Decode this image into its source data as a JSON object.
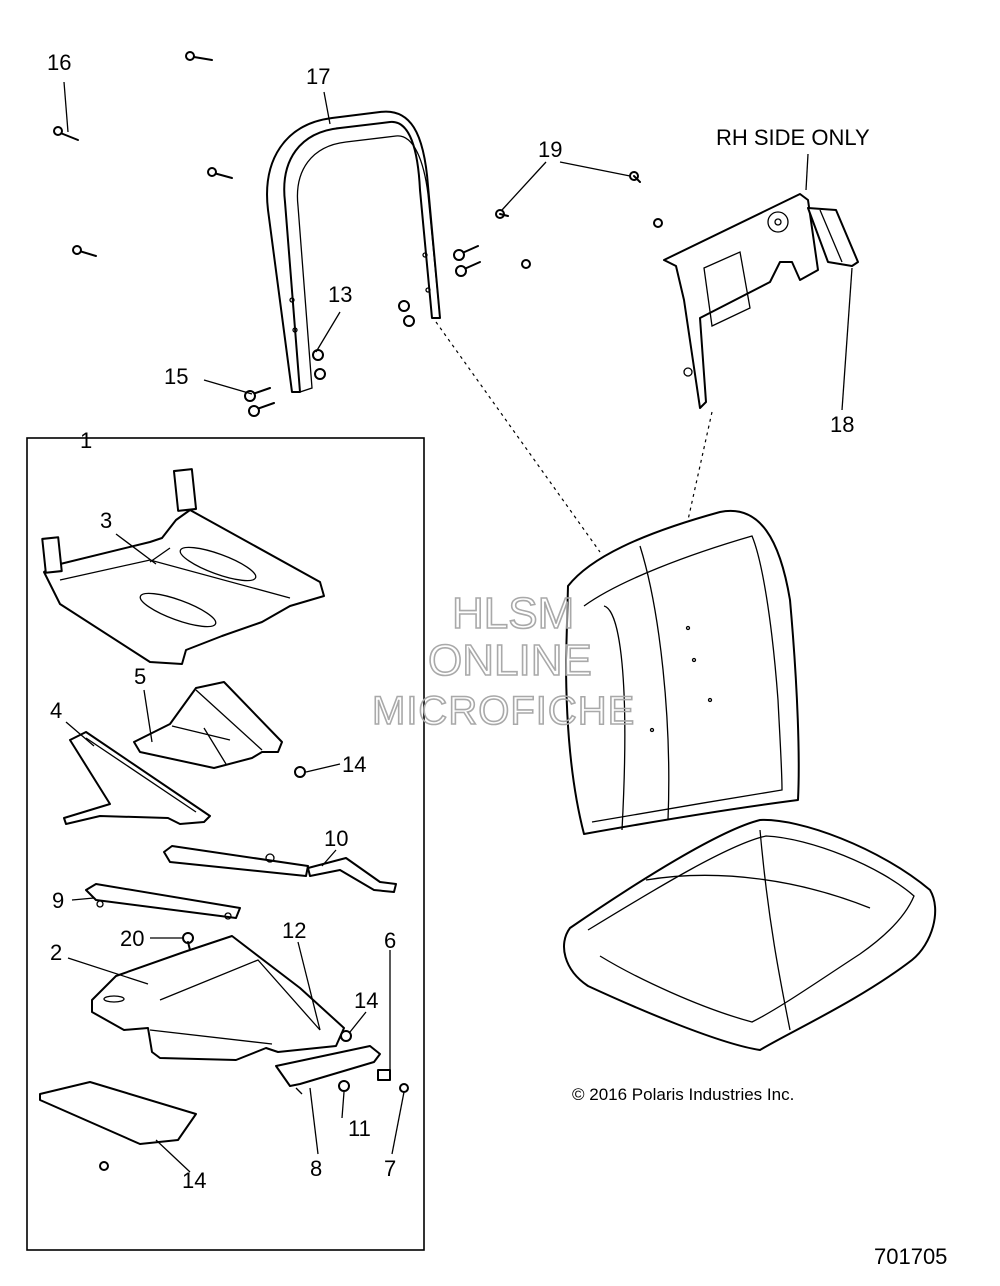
{
  "diagram": {
    "callouts": [
      "1",
      "2",
      "3",
      "4",
      "5",
      "6",
      "7",
      "8",
      "9",
      "10",
      "11",
      "12",
      "13",
      "14",
      "14",
      "14",
      "15",
      "16",
      "17",
      "18",
      "19",
      "20"
    ],
    "rh_side_note": "RH SIDE ONLY",
    "copyright": "© 2016 Polaris Industries Inc.",
    "figure_number": "701705",
    "watermark": [
      "HLSM",
      "ONLINE",
      "MICROFICHE"
    ],
    "colors": {
      "line": "#000000",
      "watermark": "#a9a9a9",
      "background": "#ffffff"
    }
  }
}
